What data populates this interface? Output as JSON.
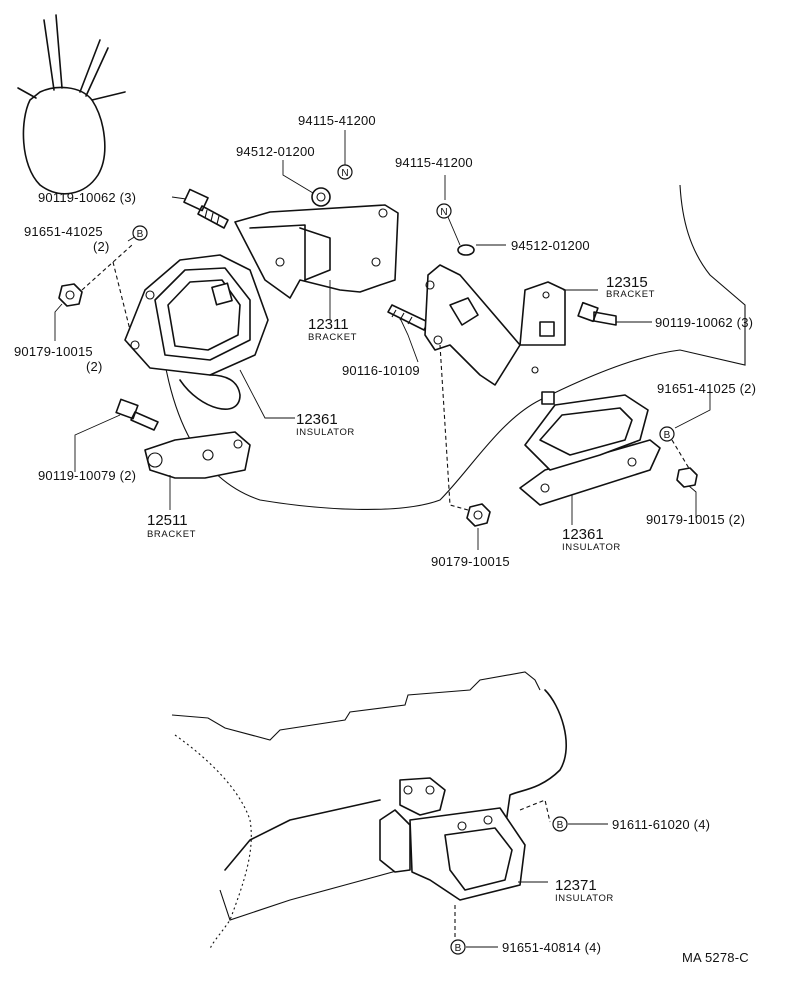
{
  "labels": {
    "l_94115_a": "94115-41200",
    "l_94512_a": "94512-01200",
    "l_90119_a": "90119-10062 (3)",
    "l_91651_a": "91651-41025",
    "l_91651_a_q": "(2)",
    "l_90179_a": "90179-10015",
    "l_90179_a_q": "(2)",
    "l_12311": "12311",
    "l_12311_s": "BRACKET",
    "l_12361_a": "12361",
    "l_12361_a_s": "INSULATOR",
    "l_90119_b": "90119-10079 (2)",
    "l_12511": "12511",
    "l_12511_s": "BRACKET",
    "l_94115_b": "94115-41200",
    "l_94512_b": "94512-01200",
    "l_12315": "12315",
    "l_12315_s": "BRACKET",
    "l_90119_c": "90119-10062 (3)",
    "l_90116": "90116-10109",
    "l_91651_b": "91651-41025 (2)",
    "l_12361_b": "12361",
    "l_12361_b_s": "INSULATOR",
    "l_90179_b": "90179-10015 (2)",
    "l_90179_c": "90179-10015",
    "l_91611": "91611-61020 (4)",
    "l_12371": "12371",
    "l_12371_s": "INSULATOR",
    "l_91651_c": "91651-40814 (4)",
    "code": "MA  5278-C"
  },
  "markers": {
    "n": "N",
    "b": "B"
  }
}
